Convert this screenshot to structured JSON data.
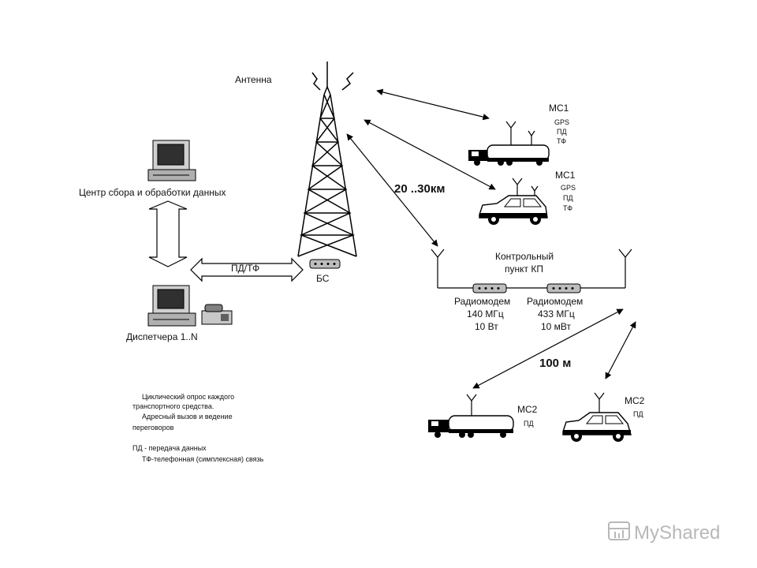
{
  "labels": {
    "antenna": "Антенна",
    "center": "Центр сбора и обработки данных",
    "dispatchers": "Диспетчера 1..N",
    "link": "ПД/ТФ",
    "bs": "БС",
    "range_far": "20 ..30км",
    "range_near": "100 м",
    "cp_line1": "Контрольный",
    "cp_line2": "пункт КП"
  },
  "modems": [
    {
      "name": "Радиомодем",
      "freq": "140 МГц",
      "power": "10 Вт"
    },
    {
      "name": "Радиомодем",
      "freq": "433 МГц",
      "power": "10 мВт"
    }
  ],
  "ms1_truck": {
    "name": "МС1",
    "tags": [
      "GPS",
      "ПД",
      "ТФ"
    ]
  },
  "ms1_car": {
    "name": "МС1",
    "tags": [
      "GPS",
      "ПД",
      "ТФ"
    ]
  },
  "ms2_truck": {
    "name": "МС2",
    "tag": "ПД"
  },
  "ms2_car": {
    "name": "МС2",
    "tag": "ПД"
  },
  "notes": [
    "Циклический опрос каждого",
    "транспортного средства.",
    "Адресный вызов и ведение",
    "переговоров",
    "ПД - передача данных",
    "ТФ-телефонная (симплексная) связь"
  ],
  "watermark": "MyShared"
}
